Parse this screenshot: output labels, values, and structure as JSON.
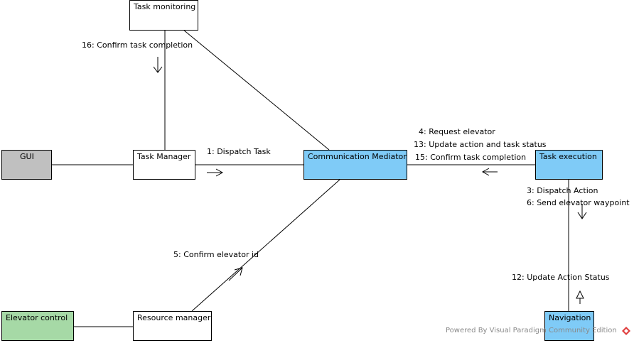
{
  "objects": {
    "task_monitoring": "Task monitoring",
    "gui": "GUI",
    "task_manager": "Task Manager",
    "communication_mediator": "Communication Mediator",
    "task_execution": "Task execution",
    "elevator_control": "Elevator control",
    "resource_manager": "Resource manager",
    "navigation": "Navigation"
  },
  "messages": {
    "confirm_task_completion_16": "16: Confirm task completion",
    "dispatch_task_1": "1: Dispatch Task",
    "request_elevator_4": "4: Request elevator",
    "update_action_task_status_13": "13: Update action and task status",
    "confirm_task_completion_15": "15: Confirm task completion",
    "dispatch_action_3": "3: Dispatch Action",
    "send_elevator_waypoint_6": "6: Send elevator waypoint",
    "update_action_status_12": "12: Update Action Status",
    "confirm_elevator_id_5": "5: Confirm elevator id"
  },
  "footer": {
    "powered_by": "Powered By Visual Paradigm Community Edition"
  },
  "colors": {
    "gui": "#c0c0c0",
    "mediator": "#7fcbf7",
    "task_execution": "#7fcbf7",
    "navigation": "#7fcbf7",
    "elevator_control": "#a6d9a6",
    "default": "#ffffff"
  }
}
